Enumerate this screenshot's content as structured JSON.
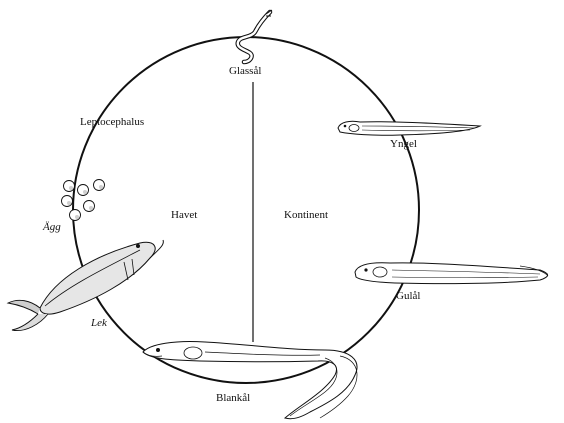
{
  "diagram": {
    "colors": {
      "ink": "#111111",
      "body_fill": "#ffffff",
      "shade": "#bdbdbd"
    },
    "regions": {
      "sea": "Havet",
      "continent": "Kontinent"
    },
    "stages": {
      "glass_eel": "Glassål",
      "leptocephalus": "Leptocephalus",
      "elver": "Yngel",
      "eggs": "Ägg",
      "yellow_eel": "Gulål",
      "spawning": "Lek",
      "silver_eel": "Blankål"
    }
  }
}
